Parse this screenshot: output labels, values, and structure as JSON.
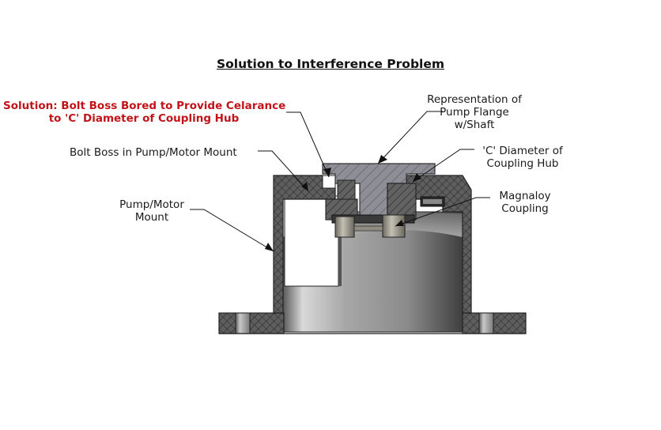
{
  "title": "Solution to Interference Problem",
  "labels": {
    "solution_line1": "Solution:  Bolt Boss Bored to Provide Celarance",
    "solution_line2": "to 'C' Diameter of Coupling Hub",
    "bolt_boss": "Bolt Boss in Pump/Motor Mount",
    "mount_line1": "Pump/Motor",
    "mount_line2": "Mount",
    "flange_line1": "Representation of",
    "flange_line2": "Pump Flange",
    "flange_line3": "w/Shaft",
    "cdiam_line1": "'C' Diameter of",
    "cdiam_line2": "Coupling Hub",
    "coupling_line1": "Magnaloy",
    "coupling_line2": "Coupling"
  },
  "colors": {
    "solution_text": "#c0141a",
    "section_fill": "#6b6b6b",
    "body_gray": "#9a9a9a",
    "flange_fill": "#8d8d95"
  }
}
